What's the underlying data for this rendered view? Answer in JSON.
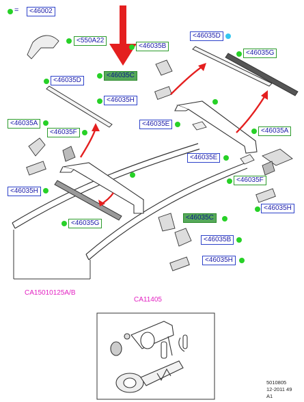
{
  "legend": {
    "symbol": "=",
    "part": "<46002"
  },
  "callouts": {
    "c550a22": "<550A22",
    "c46035b_top": "<46035B",
    "c46035c_top": "<46035C",
    "c46035h_top": "<46035H",
    "c46035d_left": "<46035D",
    "c46035d_right": "<46035D",
    "c46035g_right": "<46035G",
    "c46035a_left": "<46035A",
    "c46035f_left": "<46035F",
    "c46035h_left": "<46035H",
    "c46035g_bottom": "<46035G",
    "c46035e_mid": "<46035E",
    "c46035e_right": "<46035E",
    "c46035a_right": "<46035A",
    "c46035f_right": "<46035F",
    "c46035h_right": "<46035H",
    "c46035c_bottom": "<46035C",
    "c46035b_bottom": "<46035B",
    "c46035h_bottom": "<46035H"
  },
  "references": {
    "rail_set": "CA15010125A/B",
    "lock_set": "CA11405"
  },
  "footer": {
    "line1": "5010805",
    "line2": "12-2011 49",
    "line3": "A1"
  },
  "colors": {
    "arrow": "#e41f1f",
    "blue_border": "#2b40c9",
    "green_border": "#2a9a2a",
    "dot": "#27d127",
    "ref_text": "#e21fc1"
  }
}
